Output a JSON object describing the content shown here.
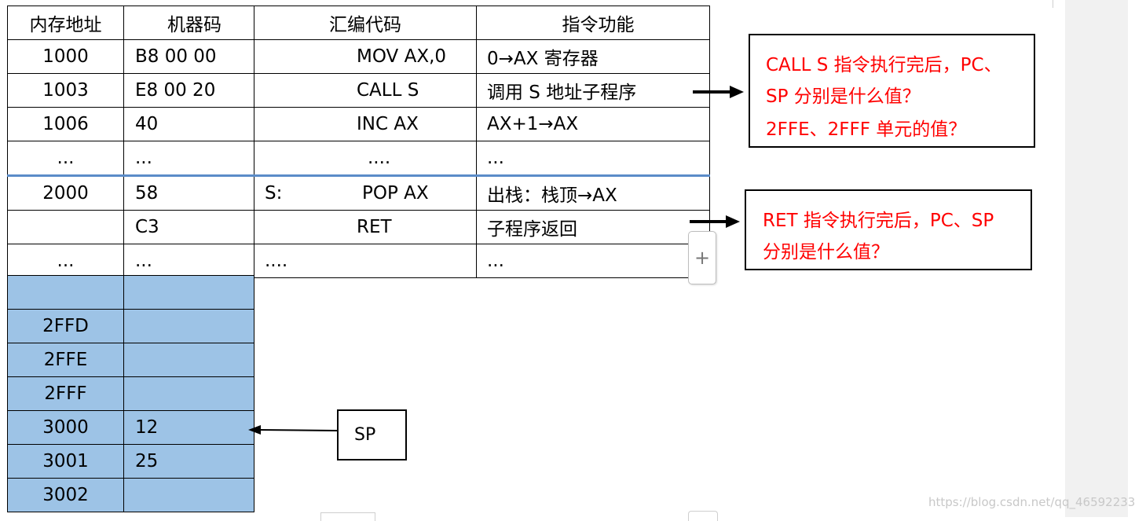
{
  "table": {
    "headers": [
      "内存地址",
      "机器码",
      "汇编代码",
      "指令功能"
    ],
    "rows": [
      {
        "addr": "1000",
        "code": "B8 00 00",
        "label": "",
        "asm": "MOV AX,0",
        "func": "0→AX 寄存器"
      },
      {
        "addr": "1003",
        "code": "E8 00 20",
        "label": "",
        "asm": "CALL S",
        "func": "调用 S 地址子程序"
      },
      {
        "addr": "1006",
        "code": "40",
        "label": "",
        "asm": "INC AX",
        "func": "AX+1→AX"
      },
      {
        "addr": "...",
        "code": "...",
        "label": "",
        "asm": "....",
        "func": "..."
      },
      {
        "addr": "2000",
        "code": "58",
        "label": "S:",
        "asm": "POP AX",
        "func": "出栈：栈顶→AX"
      },
      {
        "addr": "",
        "code": "C3",
        "label": "",
        "asm": "RET",
        "func": "子程序返回"
      },
      {
        "addr": "...",
        "code": "...",
        "label": "",
        "asm": "....",
        "func": "..."
      }
    ]
  },
  "stack": [
    {
      "addr": "",
      "value": ""
    },
    {
      "addr": "2FFD",
      "value": ""
    },
    {
      "addr": "2FFE",
      "value": ""
    },
    {
      "addr": "2FFF",
      "value": ""
    },
    {
      "addr": "3000",
      "value": "12"
    },
    {
      "addr": "3001",
      "value": "25"
    },
    {
      "addr": "3002",
      "value": ""
    }
  ],
  "notes": {
    "call_lines": [
      "CALL S  指令执行完后，PC、",
      "SP 分别是什么值？",
      "2FFE、2FFF 单元的值？"
    ],
    "ret_lines": [
      "RET 指令执行完后，PC、SP",
      "分别是什么值？"
    ]
  },
  "sp_label": "SP",
  "plus_button": "+",
  "watermark": "https://blog.csdn.net/qq_46592233",
  "colors": {
    "note_text": "#ff0000",
    "stack_fill": "#9dc3e6",
    "separator": "#5b8cc8"
  }
}
